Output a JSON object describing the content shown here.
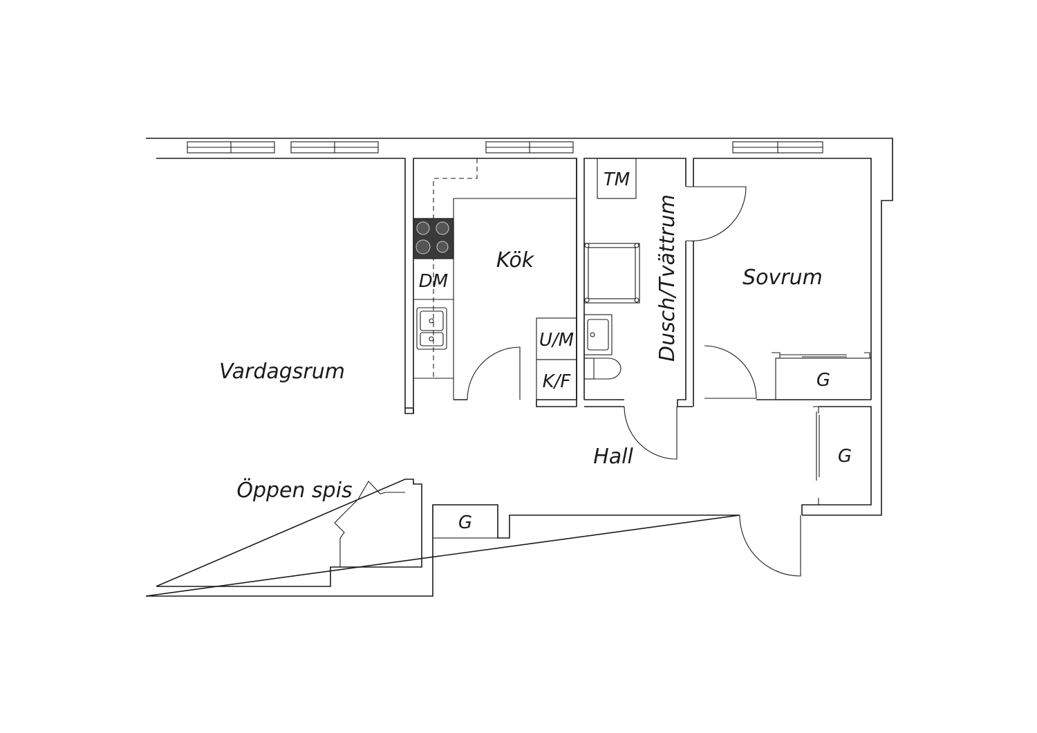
{
  "floorplan": {
    "rooms": {
      "living_room": "Vardagsrum",
      "kitchen": "Kök",
      "bathroom": "Dusch/Tvättrum",
      "bedroom": "Sovrum",
      "hall": "Hall",
      "fireplace": "Öppen spis"
    },
    "fixtures": {
      "dishwasher": "DM",
      "washing_machine": "TM",
      "oven_microwave": "U/M",
      "fridge_freezer": "K/F",
      "wardrobe_bedroom": "G",
      "wardrobe_hall": "G",
      "wardrobe_bottom": "G"
    }
  }
}
